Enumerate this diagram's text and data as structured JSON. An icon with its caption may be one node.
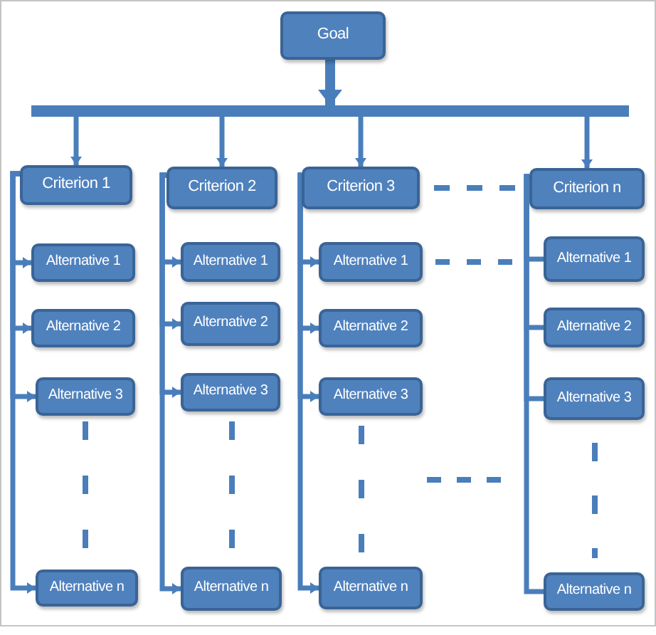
{
  "diagram": {
    "nodes": [
      {
        "text": [
          "Goal"
        ]
      },
      {
        "text": [],
        "shape": "bar"
      },
      {
        "text": [
          "Criterion 1"
        ]
      },
      {
        "text": [
          "Criterion 2"
        ]
      },
      {
        "text": [
          "Criterion 3"
        ]
      },
      {
        "text": [
          "Criterion n"
        ]
      },
      {
        "text": [
          "Alternative 1"
        ]
      },
      {
        "text": [
          "Alternative 1"
        ]
      },
      {
        "text": [
          "Alternative 1"
        ]
      },
      {
        "text": [
          "Alternative 1"
        ]
      },
      {
        "text": [
          "Alternative 2"
        ]
      },
      {
        "text": [
          "Alternative 2"
        ]
      },
      {
        "text": [
          "Alternative 2"
        ]
      },
      {
        "text": [
          "Alternative 2"
        ]
      },
      {
        "text": [
          "Alternative 3"
        ]
      },
      {
        "text": [
          "Alternative 3"
        ]
      },
      {
        "text": [
          "Alternative 3"
        ]
      },
      {
        "text": [
          "Alternative 3"
        ]
      },
      {
        "text": [
          "Alternative n"
        ]
      },
      {
        "text": [
          "Alternative n"
        ]
      },
      {
        "text": [
          "Alternative n"
        ]
      },
      {
        "text": [
          "Alternative n"
        ]
      }
    ],
    "edges": [
      {
        "from": 0,
        "to": 1,
        "arrow": "to",
        "style": "thick"
      },
      {
        "from": 1,
        "to": 2,
        "arrow": "to"
      },
      {
        "from": 1,
        "to": 3,
        "arrow": "to"
      },
      {
        "from": 1,
        "to": 4,
        "arrow": "to"
      },
      {
        "from": 1,
        "to": 5,
        "arrow": "to"
      },
      {
        "from": 2,
        "to": 6,
        "arrow": "to"
      },
      {
        "from": 2,
        "to": 10,
        "arrow": "to"
      },
      {
        "from": 2,
        "to": 14,
        "arrow": "to"
      },
      {
        "from": 2,
        "to": 18,
        "arrow": "to"
      },
      {
        "from": 3,
        "to": 7,
        "arrow": "to"
      },
      {
        "from": 3,
        "to": 11,
        "arrow": "to"
      },
      {
        "from": 3,
        "to": 15,
        "arrow": "to"
      },
      {
        "from": 3,
        "to": 19,
        "arrow": "to"
      },
      {
        "from": 4,
        "to": 8,
        "arrow": "to"
      },
      {
        "from": 4,
        "to": 12,
        "arrow": "to"
      },
      {
        "from": 4,
        "to": 16,
        "arrow": "to"
      },
      {
        "from": 4,
        "to": 20,
        "arrow": "to"
      },
      {
        "from": 5,
        "to": 9,
        "arrow": "none"
      },
      {
        "from": 5,
        "to": 13,
        "arrow": "none"
      },
      {
        "from": 5,
        "to": 17,
        "arrow": "none"
      },
      {
        "from": 5,
        "to": 21,
        "arrow": "none"
      }
    ]
  }
}
